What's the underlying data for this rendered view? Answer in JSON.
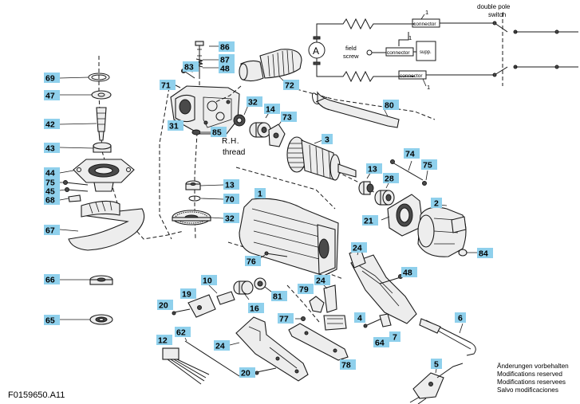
{
  "colors": {
    "callout_fill": "#8fd0ec",
    "ink": "#1a1a1a"
  },
  "drawing_id": "F0159650.A11",
  "thread_note": {
    "line1": "R.H.",
    "line2": "thread"
  },
  "modifications_notice": [
    "Änderungen vorbehalten",
    "Modifications reserved",
    "Modifications reservees",
    "Salvo modificaciones"
  ],
  "wiring": {
    "switch_label_line1": "double pole",
    "switch_label_line2": "switch",
    "field_screw_line1": "field",
    "field_screw_line2": "screw",
    "connector": "connector",
    "supp": "supp.",
    "motor_symbol": "A",
    "ref_one": "1"
  },
  "callouts": [
    "69",
    "47",
    "42",
    "43",
    "44",
    "75",
    "45",
    "68",
    "67",
    "66",
    "65",
    "86",
    "83",
    "87",
    "48",
    "71",
    "31",
    "32",
    "85",
    "72",
    "14",
    "73",
    "13",
    "70",
    "32",
    "3",
    "13",
    "28",
    "74",
    "75",
    "80",
    "1",
    "2",
    "21",
    "84",
    "24",
    "48",
    "76",
    "24",
    "79",
    "81",
    "10",
    "19",
    "16",
    "20",
    "62",
    "12",
    "77",
    "4",
    "64",
    "7",
    "6",
    "24",
    "78",
    "20",
    "5"
  ]
}
